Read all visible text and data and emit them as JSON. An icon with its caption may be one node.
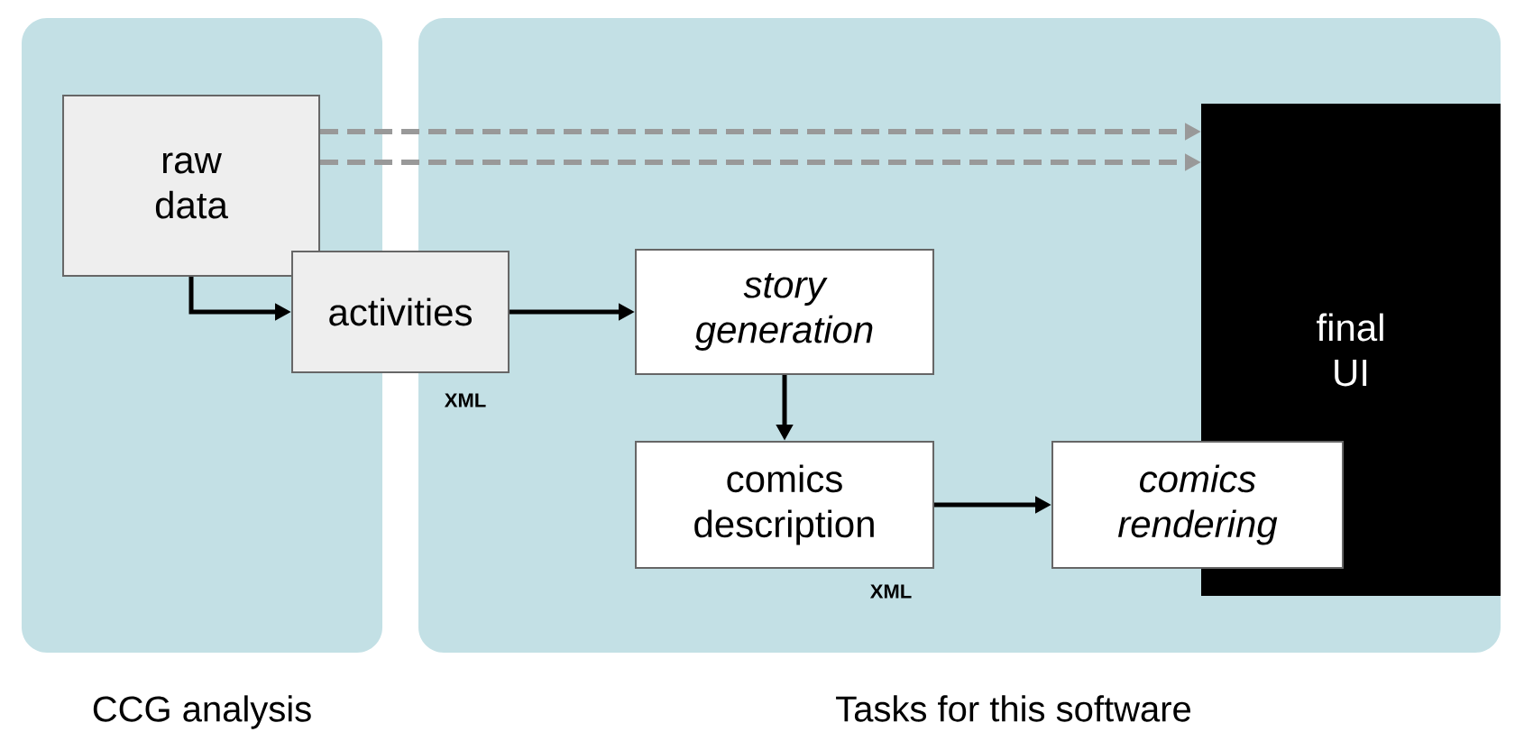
{
  "diagram": {
    "nodes": [
      {
        "text": [
          "CCG analysis"
        ]
      },
      {
        "text": [
          "Tasks for this software"
        ]
      },
      {
        "text": [
          "raw data"
        ],
        "in": 0
      },
      {
        "text": [
          "activities"
        ],
        "beside": [
          "XML"
        ]
      },
      {
        "text": [
          "story generation"
        ],
        "in": 1
      },
      {
        "text": [
          "comics description"
        ],
        "beside": [
          "XML"
        ],
        "in": 1
      },
      {
        "text": [
          "final UI"
        ],
        "in": 1
      },
      {
        "text": [
          "comics rendering"
        ],
        "in": 1
      }
    ],
    "edges": [
      {
        "from": 2,
        "to": 6,
        "arrow": "to",
        "style": "dashed",
        "color": "#999999"
      },
      {
        "from": 2,
        "to": 6,
        "arrow": "to",
        "style": "dashed",
        "color": "#999999"
      },
      {
        "from": 2,
        "to": 3,
        "arrow": "to"
      },
      {
        "from": 3,
        "to": 4,
        "arrow": "to"
      },
      {
        "from": 4,
        "to": 5,
        "arrow": "to"
      },
      {
        "from": 5,
        "to": 7,
        "arrow": "to"
      }
    ]
  }
}
